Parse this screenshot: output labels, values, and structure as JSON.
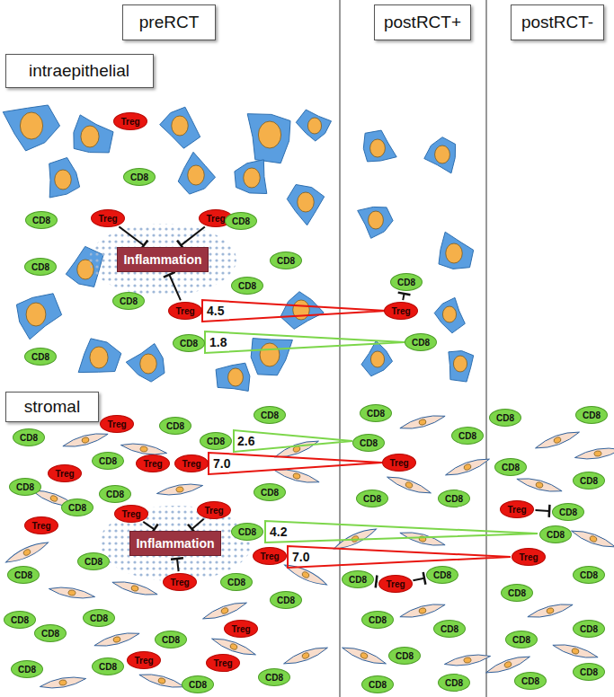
{
  "diagram": {
    "nodes": [
      {
        "text": [
          "preRCT"
        ]
      },
      {
        "text": [
          "postRCT+"
        ]
      },
      {
        "text": [
          "postRCT-"
        ]
      },
      {
        "text": [
          "intraepithelial"
        ]
      },
      {
        "text": [
          "stromal"
        ]
      },
      {
        "text": [
          "Treg"
        ]
      },
      {
        "text": [
          "CD8"
        ]
      },
      {
        "text": [
          "CD8"
        ]
      },
      {
        "text": [
          "Treg"
        ]
      },
      {
        "text": [
          "Treg"
        ]
      },
      {
        "text": [
          "CD8"
        ]
      },
      {
        "text": [
          "Inflammation"
        ]
      },
      {
        "text": [
          "CD8"
        ]
      },
      {
        "text": [
          "CD8"
        ]
      },
      {
        "text": [
          "CD8"
        ]
      },
      {
        "text": [
          "CD8"
        ]
      },
      {
        "text": [
          "Treg"
        ]
      },
      {
        "text": [
          "CD8"
        ]
      },
      {
        "text": [
          "CD8"
        ]
      },
      {
        "text": [
          "CD8"
        ]
      },
      {
        "text": [
          "Treg"
        ]
      },
      {
        "text": [
          "CD8"
        ]
      },
      {
        "text": [
          "CD8"
        ]
      },
      {
        "text": [
          "Treg"
        ]
      },
      {
        "text": [
          "CD8"
        ]
      },
      {
        "text": [
          "CD8"
        ]
      },
      {
        "text": [
          "CD8"
        ]
      },
      {
        "text": [
          "CD8"
        ]
      },
      {
        "text": [
          "Treg"
        ]
      },
      {
        "text": [
          "Treg"
        ]
      },
      {
        "text": [
          "Treg"
        ]
      },
      {
        "text": [
          "CD8"
        ]
      },
      {
        "text": [
          "CD8"
        ]
      },
      {
        "text": [
          "Treg"
        ]
      },
      {
        "text": [
          "Treg"
        ]
      },
      {
        "text": [
          "CD8"
        ]
      },
      {
        "text": [
          "CD8"
        ]
      },
      {
        "text": [
          "Treg"
        ]
      },
      {
        "text": [
          "Inflammation"
        ]
      },
      {
        "text": [
          "CD8"
        ]
      },
      {
        "text": [
          "CD8"
        ]
      },
      {
        "text": [
          "CD8"
        ]
      },
      {
        "text": [
          "Treg"
        ]
      },
      {
        "text": [
          "CD8"
        ]
      },
      {
        "text": [
          "Treg"
        ]
      },
      {
        "text": [
          "CD8"
        ]
      },
      {
        "text": [
          "CD8"
        ]
      },
      {
        "text": [
          "CD8"
        ]
      },
      {
        "text": [
          "Treg"
        ]
      },
      {
        "text": [
          "CD8"
        ]
      },
      {
        "text": [
          "CD8"
        ]
      },
      {
        "text": [
          "CD8"
        ]
      },
      {
        "text": [
          "CD8"
        ]
      },
      {
        "text": [
          "Treg"
        ]
      },
      {
        "text": [
          "Treg"
        ]
      },
      {
        "text": [
          "CD8"
        ]
      },
      {
        "text": [
          "CD8"
        ]
      },
      {
        "text": [
          "CD8"
        ]
      },
      {
        "text": [
          "CD8"
        ]
      },
      {
        "text": [
          "Treg"
        ]
      },
      {
        "text": [
          "CD8"
        ]
      },
      {
        "text": [
          "CD8"
        ]
      },
      {
        "text": [
          "CD8"
        ]
      },
      {
        "text": [
          "CD8"
        ]
      },
      {
        "text": [
          "Treg"
        ]
      },
      {
        "text": [
          "CD8"
        ]
      },
      {
        "text": [
          "CD8"
        ]
      },
      {
        "text": [
          "CD8"
        ]
      },
      {
        "text": [
          "CD8"
        ]
      },
      {
        "text": [
          "CD8"
        ]
      },
      {
        "text": [
          "CD8"
        ]
      },
      {
        "text": [
          "CD8"
        ]
      },
      {
        "text": [
          "CD8"
        ]
      },
      {
        "text": [
          "CD8"
        ]
      },
      {
        "text": [
          "CD8"
        ]
      },
      {
        "text": [
          "Treg"
        ]
      },
      {
        "text": [
          "CD8"
        ]
      },
      {
        "text": [
          "CD8"
        ]
      },
      {
        "text": [
          "Treg"
        ]
      },
      {
        "text": [
          "CD8"
        ]
      },
      {
        "text": [
          "CD8"
        ]
      },
      {
        "text": [
          "CD8"
        ]
      },
      {
        "text": [
          "CD8"
        ]
      },
      {
        "text": [
          "CD8"
        ]
      },
      {
        "text": [
          "CD8"
        ]
      }
    ],
    "edges": [
      {
        "from": 8,
        "to": 11,
        "arrow": "to"
      },
      {
        "from": 9,
        "to": 11,
        "arrow": "to"
      },
      {
        "from": 16,
        "to": 11,
        "arrow": "to"
      },
      {
        "from": 20,
        "to": 19,
        "arrow": "to"
      },
      {
        "from": 33,
        "to": 38,
        "arrow": "to"
      },
      {
        "from": 34,
        "to": 38,
        "arrow": "to"
      },
      {
        "from": 42,
        "to": 38,
        "arrow": "to"
      },
      {
        "from": 64,
        "to": 63,
        "arrow": "to"
      },
      {
        "from": 64,
        "to": 65,
        "arrow": "to"
      },
      {
        "from": 75,
        "to": 76,
        "arrow": "to"
      }
    ],
    "labels": [
      "4.5",
      "1.8",
      "2.6",
      "7.0",
      "4.2",
      "7.0"
    ]
  }
}
